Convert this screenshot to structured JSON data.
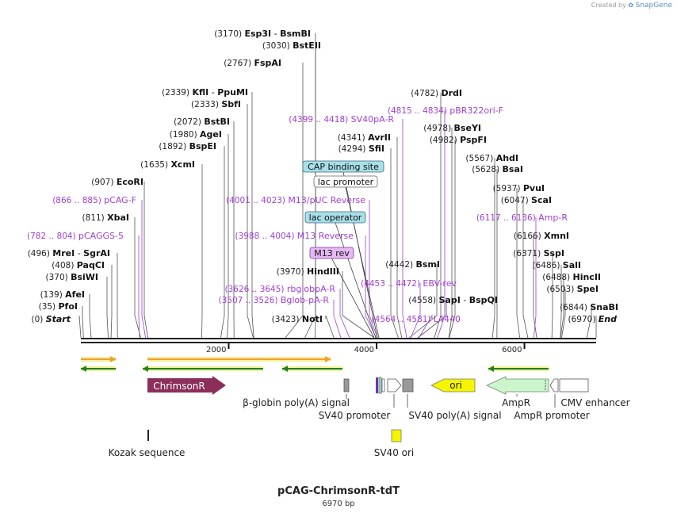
{
  "title": "pCAG-ChrimsonR-tdT",
  "subtitle": "6970 bp",
  "credit": {
    "prefix": "Created by",
    "brand": "SnapGene"
  },
  "map": {
    "total_bp": 6970
  },
  "ruler": [
    {
      "label": "2000",
      "pos": 2000
    },
    {
      "label": "4000",
      "pos": 4000
    },
    {
      "label": "6000",
      "pos": 6000
    }
  ],
  "sites": [
    {
      "pos_label": "(3170)",
      "name": "Esp3I",
      "name2": "BsmBI",
      "bp": 3170
    },
    {
      "pos_label": "(3030)",
      "name": "BstEII",
      "bp": 3030
    },
    {
      "pos_label": "(2767)",
      "name": "FspAI",
      "bp": 2767
    },
    {
      "pos_label": "(2339)",
      "name": "KflI",
      "name2": "PpuMI",
      "bp": 2339
    },
    {
      "pos_label": "(2333)",
      "name": "SbfI",
      "bp": 2333
    },
    {
      "pos_label": "(2072)",
      "name": "BstBI",
      "bp": 2072
    },
    {
      "pos_label": "(1980)",
      "name": "AgeI",
      "bp": 1980
    },
    {
      "pos_label": "(1892)",
      "name": "BspEI",
      "bp": 1892
    },
    {
      "pos_label": "(1635)",
      "name": "XcmI",
      "bp": 1635
    },
    {
      "pos_label": "(907)",
      "name": "EcoRI",
      "bp": 907
    },
    {
      "pos_label": "(811)",
      "name": "XbaI",
      "bp": 811
    },
    {
      "pos_label": "(496)",
      "name": "MreI",
      "name2": "SgrAI",
      "bp": 496
    },
    {
      "pos_label": "(408)",
      "name": "PaqCI",
      "bp": 408
    },
    {
      "pos_label": "(370)",
      "name": "BsiWI",
      "bp": 370
    },
    {
      "pos_label": "(139)",
      "name": "AfeI",
      "bp": 139
    },
    {
      "pos_label": "(35)",
      "name": "PfoI",
      "bp": 35
    },
    {
      "pos_label": "(0)",
      "name": "Start",
      "bp": 0,
      "italic": true
    },
    {
      "pos_label": "(3970)",
      "name": "HindIII",
      "bp": 3970
    },
    {
      "pos_label": "(3423)",
      "name": "NotI",
      "bp": 3423
    },
    {
      "pos_label": "(4341)",
      "name": "AvrII",
      "bp": 4341
    },
    {
      "pos_label": "(4294)",
      "name": "SfiI",
      "bp": 4294
    },
    {
      "pos_label": "(4782)",
      "name": "DrdI",
      "bp": 4782
    },
    {
      "pos_label": "(4978)",
      "name": "BseYI",
      "bp": 4978
    },
    {
      "pos_label": "(4982)",
      "name": "PspFI",
      "bp": 4982
    },
    {
      "pos_label": "(4442)",
      "name": "BsmI",
      "bp": 4442
    },
    {
      "pos_label": "(4558)",
      "name": "SapI",
      "name2": "BspQI",
      "bp": 4558
    },
    {
      "pos_label": "(5567)",
      "name": "AhdI",
      "bp": 5567
    },
    {
      "pos_label": "(5628)",
      "name": "BsaI",
      "bp": 5628
    },
    {
      "pos_label": "(5937)",
      "name": "PvuI",
      "bp": 5937
    },
    {
      "pos_label": "(6047)",
      "name": "ScaI",
      "bp": 6047
    },
    {
      "pos_label": "(6166)",
      "name": "XmnI",
      "bp": 6166
    },
    {
      "pos_label": "(6371)",
      "name": "SspI",
      "bp": 6371
    },
    {
      "pos_label": "(6486)",
      "name": "SalI",
      "bp": 6486
    },
    {
      "pos_label": "(6488)",
      "name": "HincII",
      "bp": 6488
    },
    {
      "pos_label": "(6503)",
      "name": "SpeI",
      "bp": 6503
    },
    {
      "pos_label": "(6844)",
      "name": "SnaBI",
      "bp": 6844
    },
    {
      "pos_label": "(6970)",
      "name": "End",
      "bp": 6970,
      "italic": true
    }
  ],
  "primers": [
    {
      "pos_label": "(866 .. 885)",
      "name": "pCAG-F",
      "bp": 875
    },
    {
      "pos_label": "(782 .. 804)",
      "name": "pCAGGS-5",
      "bp": 793
    },
    {
      "pos_label": "(4399 .. 4418)",
      "name": "SV40pA-R",
      "bp": 4408
    },
    {
      "pos_label": "(4001 .. 4023)",
      "name": "M13/pUC Reverse",
      "bp": 4012
    },
    {
      "pos_label": "(3988 .. 4004)",
      "name": "M13 Reverse",
      "bp": 3996
    },
    {
      "pos_label": "(3626 .. 3645)",
      "name": "rbglobpA-R",
      "bp": 3635
    },
    {
      "pos_label": "(3507 .. 3526)",
      "name": "Bglob-pA-R",
      "bp": 3516
    },
    {
      "pos_label": "(4815 .. 4834)",
      "name": "pBR322ori-F",
      "bp": 4824
    },
    {
      "pos_label": "(6117 .. 6136)",
      "name": "Amp-R",
      "bp": 6126
    },
    {
      "pos_label": "(4453 .. 4472)",
      "name": "EBV-rev",
      "bp": 4462
    },
    {
      "pos_label": "(4564 .. 4581)",
      "name": "L4440",
      "bp": 4572
    }
  ],
  "boxed_labels": [
    {
      "name": "CAP binding site",
      "style": "blue"
    },
    {
      "name": "lac promoter",
      "style": "white"
    },
    {
      "name": "lac operator",
      "style": "blue"
    },
    {
      "name": "M13 rev",
      "style": "purple"
    }
  ],
  "features": [
    {
      "name": "ChrimsonR",
      "color": "#8b2f5a"
    },
    {
      "name": "β-globin poly(A) signal"
    },
    {
      "name": "SV40 promoter"
    },
    {
      "name": "SV40 poly(A) signal"
    },
    {
      "name": "ori",
      "color": "#f5f500"
    },
    {
      "name": "AmpR",
      "color": "#ccf5cc"
    },
    {
      "name": "AmpR promoter"
    },
    {
      "name": "CMV enhancer"
    },
    {
      "name": "Kozak sequence"
    },
    {
      "name": "SV40 ori",
      "color": "#f5f500"
    }
  ],
  "colors": {
    "enzyme_text": "#111111",
    "primer_text": "#a040d0",
    "backbone": "#222222",
    "orange_arrow": "#f0a030",
    "green_arrow": "#208020"
  }
}
